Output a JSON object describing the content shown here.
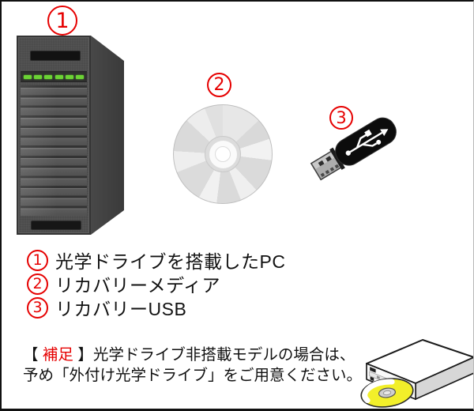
{
  "colors": {
    "accent_red": "#e60000",
    "led_green": "#6bd334",
    "disc_yellow": "#f2ef2a"
  },
  "figures": {
    "pc": {
      "number": "1"
    },
    "disc": {
      "number": "2"
    },
    "usb": {
      "number": "3"
    }
  },
  "legend": {
    "items": [
      {
        "number": "1",
        "label": "光学ドライブを搭載したPC"
      },
      {
        "number": "2",
        "label": "リカバリーメディア"
      },
      {
        "number": "3",
        "label": "リカバリーUSB"
      }
    ]
  },
  "note": {
    "bracket_open": "【 ",
    "title": "補足",
    "bracket_close": " 】",
    "line1_text": "光学ドライブ非搭載モデルの場合は、",
    "line2_text": "予め「外付け光学ドライブ」をご用意ください。"
  }
}
